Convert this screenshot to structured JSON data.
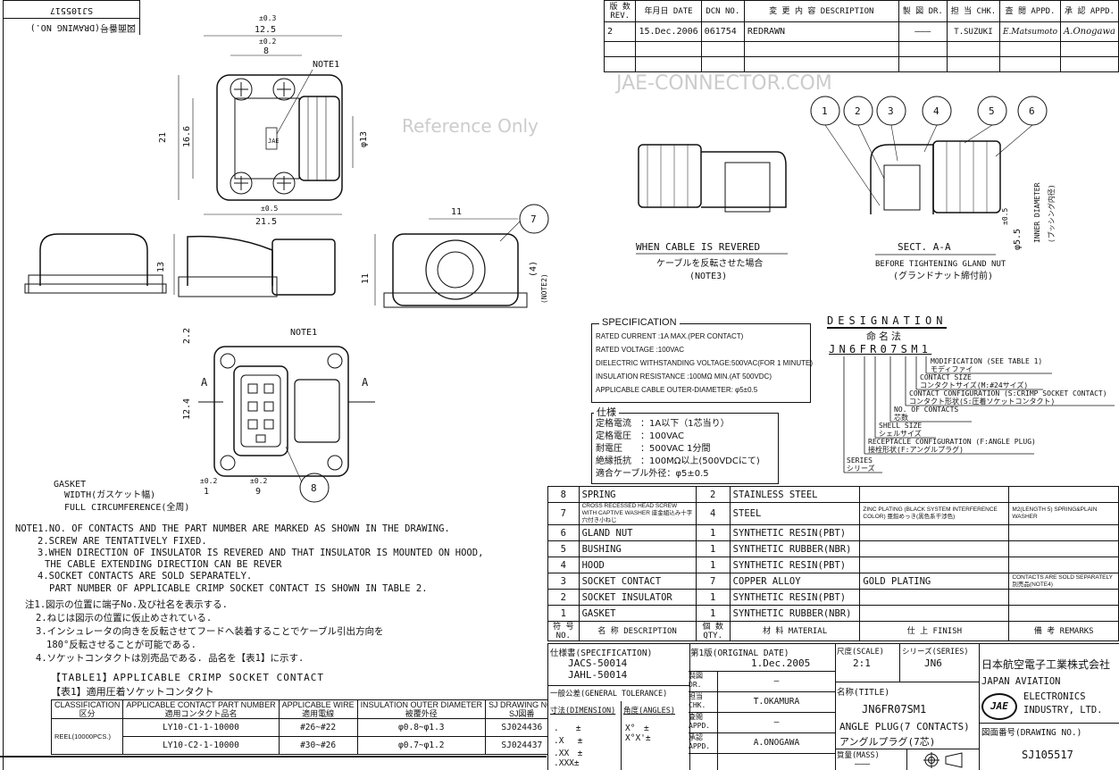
{
  "drawing_no_box": {
    "label": "図面番号(DRAWING NO.)",
    "value": "SJ105517"
  },
  "revision_table": {
    "headers": [
      "版 数 REV.",
      "年月日 DATE",
      "DCN NO.",
      "変 更 内 容 DESCRIPTION",
      "製 図 DR.",
      "担 当 CHK.",
      "査 閲 APPD.",
      "承 認 APPD."
    ],
    "rows": [
      {
        "rev": "2",
        "date": "15.Dec.2006",
        "dcn": "061754",
        "description": "REDRAWN",
        "dr": "———",
        "chk": "T.SUZUKI",
        "appd1": "E.Matsumoto",
        "appd2": "A.Onogawa"
      }
    ]
  },
  "views": {
    "dims": {
      "w12_5": "12.5",
      "tol03": "±0.3",
      "tol02": "±0.2",
      "tol05": "±0.5",
      "w8": "8",
      "h21": "21",
      "h16_6": "16.6",
      "d13": "φ13",
      "w21_5": "21.5",
      "h13": "13",
      "w11": "11",
      "h11": "11",
      "h2_2": "2.2",
      "h12_4": "12.4",
      "w9": "9",
      "gasket_w": "1",
      "paren4": "(4)",
      "note2": "(NOTE2)",
      "d5_5": "φ5.5"
    },
    "note1": "NOTE1",
    "section_mark": "A",
    "gasket_label": "GASKET",
    "gasket_width": "WIDTH(ガスケット幅)",
    "full_circ": "FULL CIRCUMFERENCE(全周)",
    "reversed_title": "WHEN CABLE IS REVERED",
    "reversed_jp": "ケーブルを反転させた場合",
    "reversed_note": "(NOTE3)",
    "section_title": "SECT. A-A",
    "section_sub": "BEFORE TIGHTENING GLAND NUT",
    "section_sub_jp": "(グランドナット締付前)",
    "inner_diameter": "INNER DIAMETER",
    "inner_diameter_jp": "(ブッシング内径)",
    "balloons": [
      "1",
      "2",
      "3",
      "4",
      "5",
      "6",
      "7",
      "8"
    ],
    "jae_mark": "JAE"
  },
  "specification": {
    "title": "SPECIFICATION",
    "lines": [
      "RATED CURRENT :1A MAX.(PER CONTACT)",
      "RATED VOLTAGE :100VAC",
      "DIELECTRIC WITHSTANDING VOLTAGE:500VAC(FOR 1 MINUTE)",
      "INSULATION RESISTANCE :100MΩ MIN.(AT 500VDC)",
      "APPLICABLE CABLE OUTER-DIAMETER: φ5±0.5"
    ],
    "jp_title": "仕様",
    "jp_lines": [
      "定格電流　：1A以下（1芯当り）",
      "定格電圧　：100VAC",
      "耐電圧　　：500VAC 1分間",
      "絶縁抵抗　：100MΩ以上(500VDCにて)",
      "適合ケーブル外径：φ5±0.5"
    ]
  },
  "designation": {
    "title": "DESIGNATION",
    "title_jp": "命名法",
    "code": "JN6FR07SM1",
    "items": [
      {
        "en": "MODIFICATION (SEE TABLE 1)",
        "jp": "モディファイ"
      },
      {
        "en": "CONTACT SIZE",
        "jp": "コンタクトサイズ(M:#24サイズ)"
      },
      {
        "en": "CONTACT CONFIGURATION (S:CRIMP SOCKET CONTACT)",
        "jp": "コンタクト形状(S:圧着ソケットコンタクト)"
      },
      {
        "en": "NO. OF CONTACTS",
        "jp": "芯数"
      },
      {
        "en": "SHELL SIZE",
        "jp": "シェルサイズ"
      },
      {
        "en": "RECEPTACLE CONFIGURATION (F:ANGLE PLUG)",
        "jp": "接栓形状(F:アングルプラグ)"
      },
      {
        "en": "SERIES",
        "jp": "シリーズ"
      }
    ]
  },
  "notes": {
    "en": [
      "NOTE1.NO. OF CONTACTS AND THE PART NUMBER ARE MARKED AS SHOWN IN THE DRAWING.",
      "2.SCREW ARE TENTATIVELY FIXED.",
      "3.WHEN DIRECTION OF INSULATOR IS REVERED AND THAT INSULATOR IS MOUNTED ON HOOD,",
      "THE CABLE EXTENDING DIRECTION CAN BE REVER",
      "4.SOCKET CONTACTS ARE SOLD SEPARATELY.",
      "PART NUMBER OF APPLICABLE CRIMP SOCKET CONTACT IS SHOWN IN TABLE 2."
    ],
    "jp": [
      "注1.図示の位置に端子No.及び社名を表示する.",
      "2.ねじは図示の位置に仮止めされている.",
      "3.インシュレータの向きを反転させてフードへ装着することでケーブル引出方向を",
      "180°反転させることが可能である.",
      "4.ソケットコンタクトは別売品である. 品名を【表1】に示す."
    ]
  },
  "table1": {
    "title": "【TABLE1】APPLICABLE CRIMP SOCKET CONTACT",
    "title_jp": "【表1】適用圧着ソケットコンタクト",
    "headers": [
      [
        "CLASSIFICATION",
        "区分"
      ],
      [
        "APPLICABLE CONTACT PART NUMBER",
        "適用コンタクト品名"
      ],
      [
        "APPLICABLE WIRE",
        "適用電線"
      ],
      [
        "INSULATION OUTER DIAMETER",
        "被覆外径"
      ],
      [
        "SJ DRAWING NO.",
        "SJ図番"
      ]
    ],
    "classification": "REEL(10000PCS.)",
    "rows": [
      {
        "part": "LY10-C1-1-10000",
        "wire": "#26~#22",
        "diameter": "φ0.8~φ1.3",
        "sj": "SJ024436"
      },
      {
        "part": "LY10-C2-1-10000",
        "wire": "#30~#26",
        "diameter": "φ0.7~φ1.2",
        "sj": "SJ024437"
      }
    ]
  },
  "bom": {
    "headers": {
      "no": "符 号 NO.",
      "description": "名 称 DESCRIPTION",
      "qty": "個 数 QTY.",
      "material": "材 料 MATERIAL",
      "finish": "仕 上 FINISH",
      "remarks": "備 考 REMARKS"
    },
    "rows": [
      {
        "no": "8",
        "description": "SPRING",
        "qty": "2",
        "material": "STAINLESS STEEL",
        "finish": "",
        "remarks": ""
      },
      {
        "no": "7",
        "description": "CROSS RECESSED HEAD SCREW WITH CAPTIVE WASHER 座金組込み十字穴付き小ねじ",
        "qty": "4",
        "material": "STEEL",
        "finish": "ZINC PLATING (BLACK SYSTEM INTERFERENCE COLOR) 亜鉛めっき(黒色系干渉色)",
        "remarks": "M2(LENGTH 5) SPRING&PLAIN WASHER"
      },
      {
        "no": "6",
        "description": "GLAND NUT",
        "qty": "1",
        "material": "SYNTHETIC RESIN(PBT)",
        "finish": "",
        "remarks": ""
      },
      {
        "no": "5",
        "description": "BUSHING",
        "qty": "1",
        "material": "SYNTHETIC RUBBER(NBR)",
        "finish": "",
        "remarks": ""
      },
      {
        "no": "4",
        "description": "HOOD",
        "qty": "1",
        "material": "SYNTHETIC RESIN(PBT)",
        "finish": "",
        "remarks": ""
      },
      {
        "no": "3",
        "description": "SOCKET CONTACT",
        "qty": "7",
        "material": "COPPER ALLOY",
        "finish": "GOLD PLATING",
        "remarks": "CONTACTS ARE SOLD SEPARATELY 別売品(NOTE4)"
      },
      {
        "no": "2",
        "description": "SOCKET INSULATOR",
        "qty": "1",
        "material": "SYNTHETIC RESIN(PBT)",
        "finish": "",
        "remarks": ""
      },
      {
        "no": "1",
        "description": "GASKET",
        "qty": "1",
        "material": "SYNTHETIC RUBBER(NBR)",
        "finish": "",
        "remarks": ""
      }
    ]
  },
  "title_block": {
    "spec_label": "仕様書(SPECIFICATION)",
    "spec_values": [
      "JACS-50014",
      "JAHL-50014"
    ],
    "orig_date_label": "第1版(ORIGINAL DATE)",
    "orig_date": "1.Dec.2005",
    "dr_label": "製図 DR.",
    "dr_value": "—",
    "chk_label": "担当 CHK.",
    "chk_value": "T.OKAMURA",
    "appd1_label": "査閲 APPD.",
    "appd1_value": "—",
    "appd2_label": "承認 APPD.",
    "appd2_value": "A.ONOGAWA",
    "tolerance_label": "一般公差(GENERAL TOLERANCE)",
    "dimension_label": "寸法(DIMENSION)",
    "angles_label": "角度(ANGLES)",
    "dim_rows": [
      ".　　±",
      ".X　 ±",
      ".XX　±",
      ".XXX±"
    ],
    "angle_rows": [
      "X°　±",
      "X°X'±"
    ],
    "scale_label": "尺度(SCALE)",
    "scale": "2:1",
    "series_label": "シリーズ(SERIES)",
    "series": "JN6",
    "title_label": "名称(TITLE)",
    "title": "JN6FR07SM1",
    "subtitle": "ANGLE PLUG(7 CONTACTS)",
    "subtitle_jp": "アングルプラグ(7芯)",
    "mass_label": "質量(MASS)",
    "mass": "———",
    "company_jp": "日本航空電子工業株式会社",
    "company_en": [
      "JAPAN AVIATION",
      "ELECTRONICS",
      "INDUSTRY, LTD."
    ],
    "logo": "JAE",
    "drawing_no_label": "図面番号(DRAWING NO.)",
    "drawing_no": "SJ105517"
  },
  "watermark": {
    "text": "JAE-CONNECTOR.COM",
    "sub": "Reference Only"
  }
}
